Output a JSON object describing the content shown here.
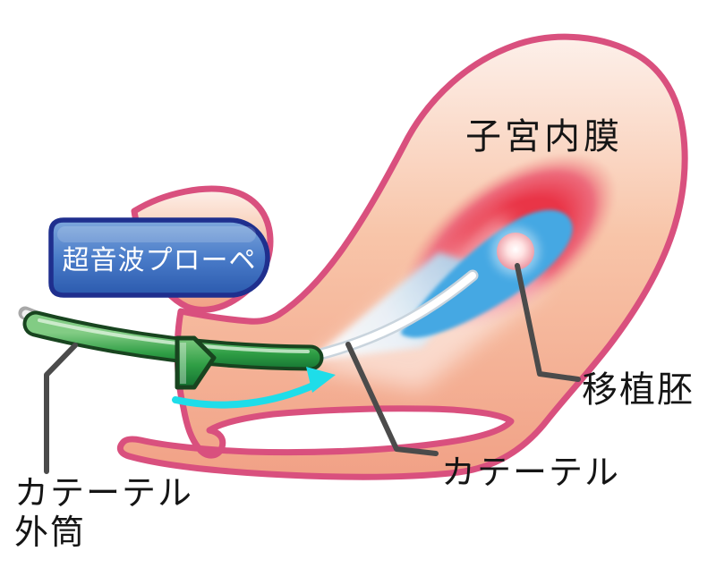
{
  "diagram": {
    "labels": {
      "endometrium": "子宮内膜",
      "probe": "超音波プローペ",
      "catheter": "カテーテル",
      "sheath_line1": "カテーテル",
      "sheath_line2": "外筒",
      "embryo": "移植胚"
    },
    "colors": {
      "tissue_outline": "#d9507e",
      "endometrium_red": "#e93447",
      "cavity_blue": "#44a8e3",
      "probe_blue": "#3f74c2",
      "probe_border": "#1f2f8e",
      "sheath_green": "#2f9e45",
      "sheath_outline": "#18441f",
      "arrow_cyan": "#1edde9",
      "leader_line_gray": "#4b4b4b",
      "catheter_white": "#ffffff",
      "label_text": "#151515"
    }
  }
}
